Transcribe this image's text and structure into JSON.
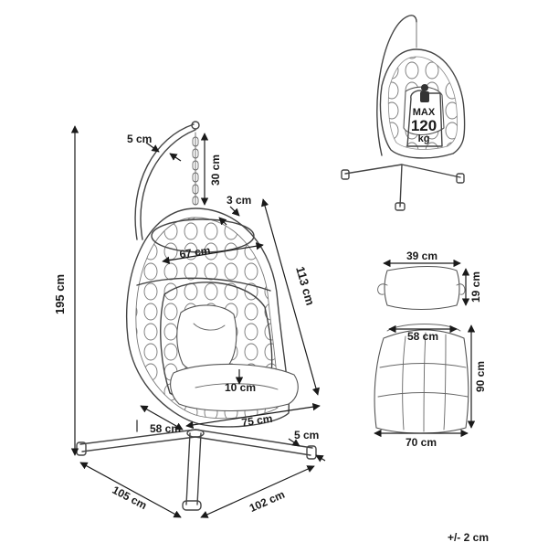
{
  "main_view": {
    "height": "195 cm",
    "hook_size": "5 cm",
    "chain_length": "30 cm",
    "rim_width": "3 cm",
    "basket_width": "67 cm",
    "basket_height": "113 cm",
    "seat_height": "10 cm",
    "seat_depth": "58 cm",
    "basket_depth": "75 cm",
    "foot_size": "5 cm",
    "base_left": "105 cm",
    "base_right": "102 cm"
  },
  "small_view": {
    "max_label": "MAX",
    "max_value": "120",
    "max_unit": "kg"
  },
  "pillow": {
    "width": "39 cm",
    "height": "19 cm"
  },
  "seat_cushion": {
    "top_width": "58 cm",
    "height": "90 cm",
    "bottom_width": "70 cm"
  },
  "tolerance": "+/- 2 cm"
}
